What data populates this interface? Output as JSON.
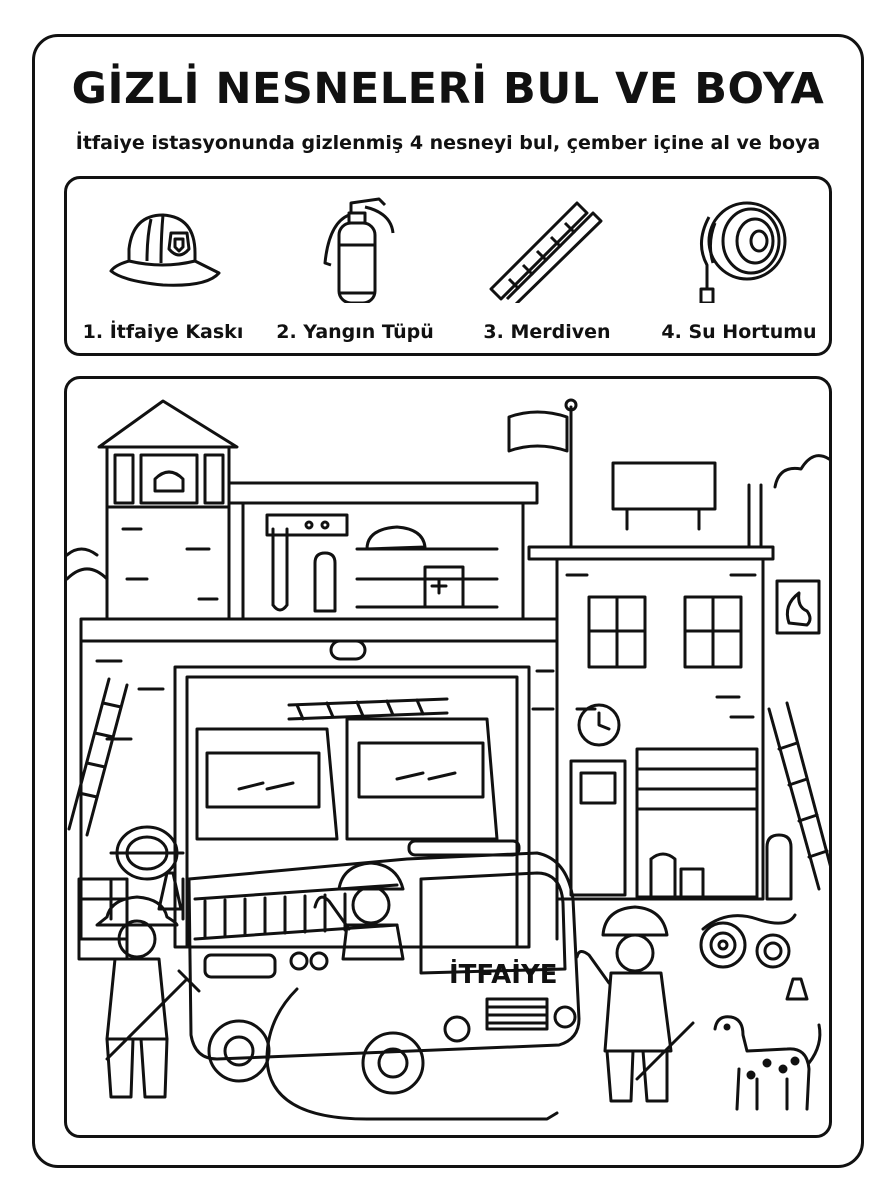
{
  "title": "GİZLİ NESNELERİ BUL VE BOYA",
  "subtitle": "İtfaiye istasyonunda gizlenmiş 4 nesneyi bul, çember içine al ve boya",
  "legend": {
    "items": [
      {
        "label": "1. İtfaiye Kaskı",
        "icon": "helmet-icon"
      },
      {
        "label": "2. Yangın Tüpü",
        "icon": "fire-extinguisher-icon"
      },
      {
        "label": "3. Merdiven",
        "icon": "ladder-icon"
      },
      {
        "label": "4. Su Hortumu",
        "icon": "hose-reel-icon"
      }
    ]
  },
  "scene": {
    "truck_label": "İTFAİYE"
  }
}
